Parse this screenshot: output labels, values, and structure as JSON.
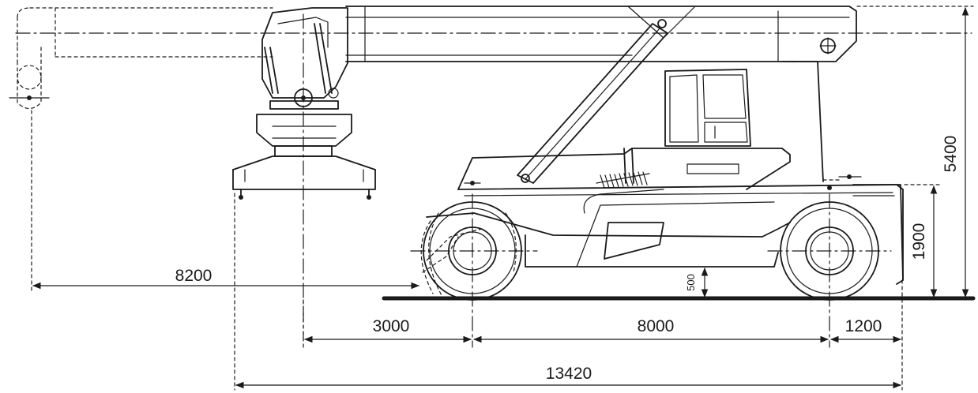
{
  "dimensions": {
    "outreach": "8200",
    "front_overhang": "3000",
    "wheelbase": "8000",
    "rear_overhang": "1200",
    "overall_length": "13420",
    "ground_clearance": "500",
    "height_mid": "1900",
    "total_height": "5400"
  }
}
